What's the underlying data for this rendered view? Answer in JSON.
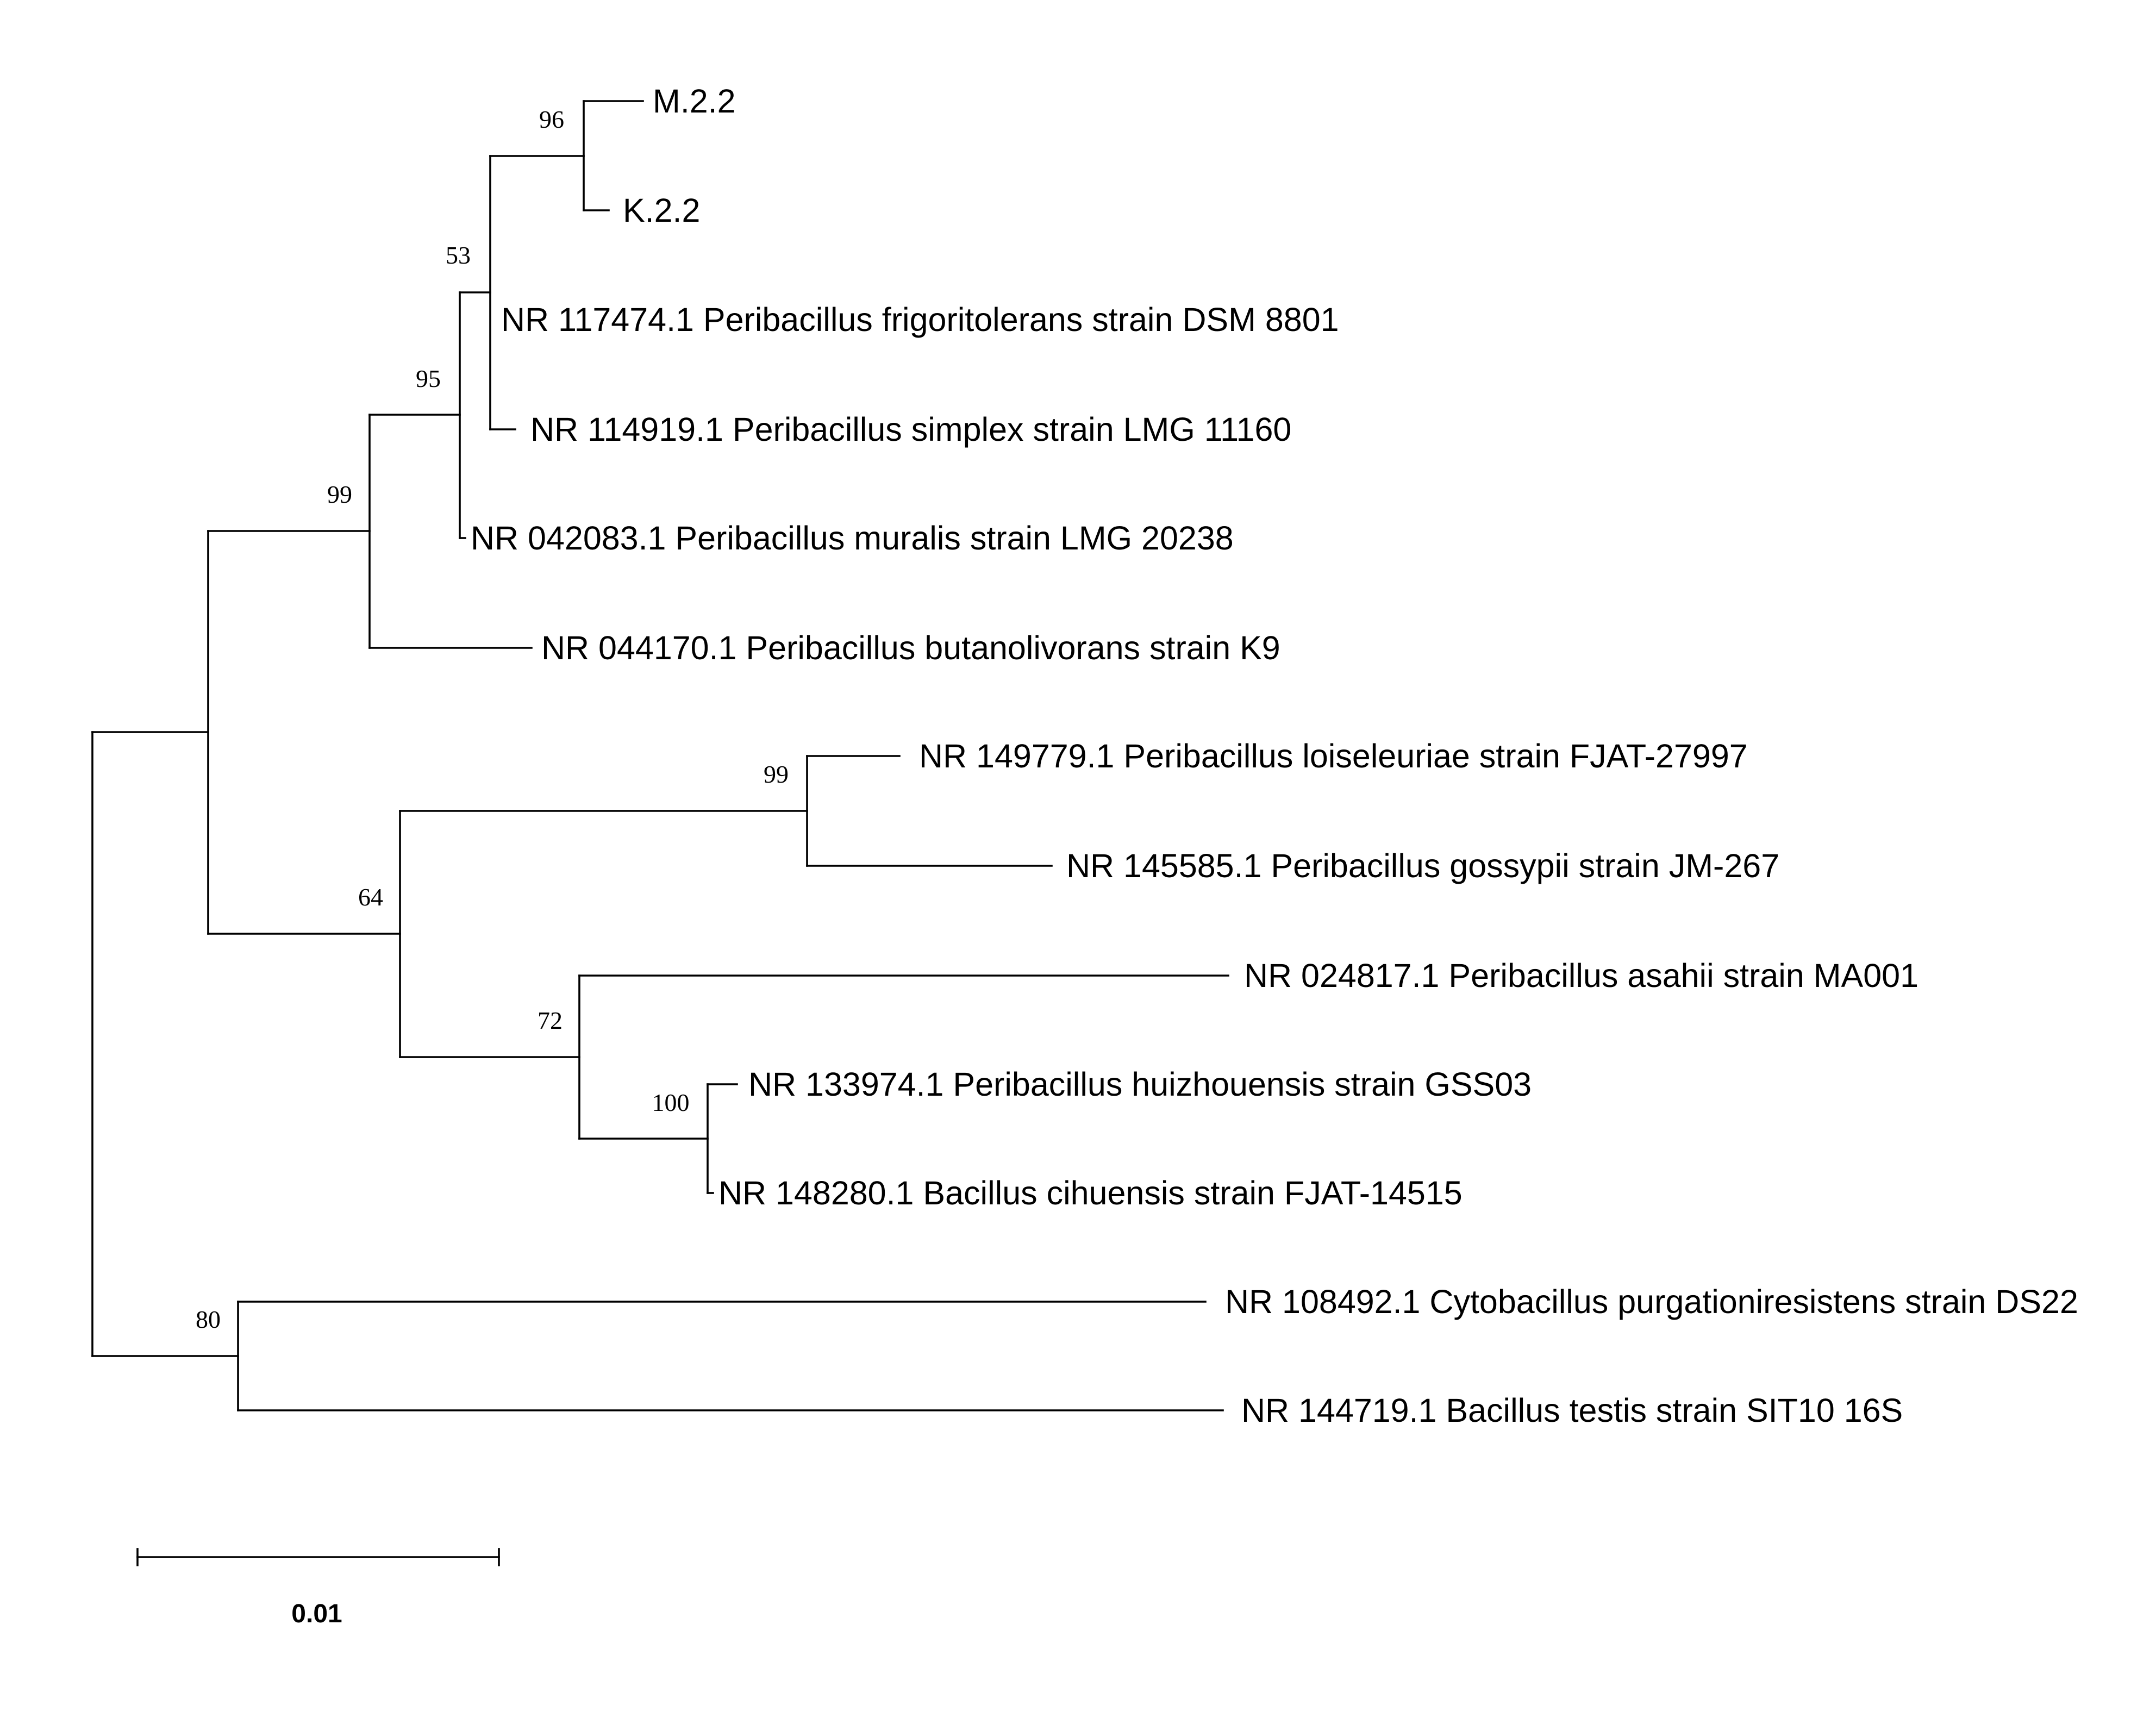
{
  "tree": {
    "leaves": [
      {
        "id": "m22",
        "label": "M.2.2"
      },
      {
        "id": "k22",
        "label": "K.2.2"
      },
      {
        "id": "frigo",
        "label": "NR 117474.1 Peribacillus frigoritolerans strain DSM 8801"
      },
      {
        "id": "simplex",
        "label": "NR 114919.1 Peribacillus simplex strain LMG 11160"
      },
      {
        "id": "muralis",
        "label": "NR 042083.1 Peribacillus muralis strain LMG 20238"
      },
      {
        "id": "butano",
        "label": "NR 044170.1 Peribacillus butanolivorans strain K9"
      },
      {
        "id": "loisel",
        "label": "NR 149779.1 Peribacillus loiseleuriae strain FJAT-27997"
      },
      {
        "id": "gossy",
        "label": "NR 145585.1 Peribacillus gossypii strain JM-267"
      },
      {
        "id": "asahii",
        "label": "NR 024817.1 Peribacillus asahii strain MA001"
      },
      {
        "id": "huizh",
        "label": "NR 133974.1 Peribacillus huizhouensis strain GSS03"
      },
      {
        "id": "cihu",
        "label": "NR 148280.1 Bacillus cihuensis strain FJAT-14515"
      },
      {
        "id": "cyto",
        "label": "NR 108492.1 Cytobacillus purgationiresistens strain DS22"
      },
      {
        "id": "testis",
        "label": "NR 144719.1 Bacillus testis strain SIT10 16S"
      }
    ],
    "bootstrap_values": [
      "96",
      "53",
      "95",
      "99",
      "99",
      "64",
      "72",
      "100",
      "80"
    ],
    "scale_bar": {
      "label": "0.01",
      "length": 0.01
    }
  }
}
